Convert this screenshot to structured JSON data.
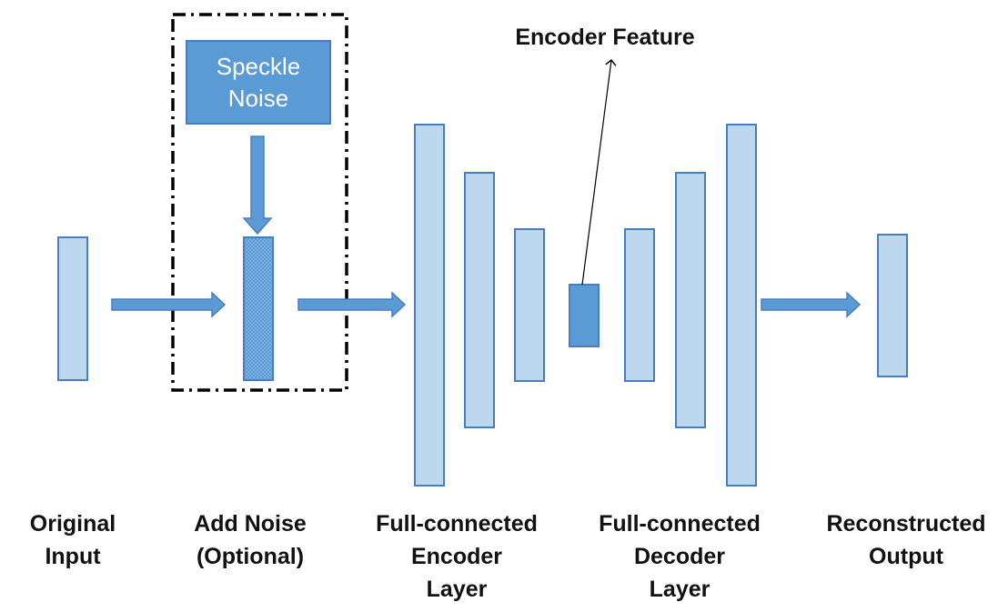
{
  "noise_box": {
    "line1": "Speckle",
    "line2": "Noise"
  },
  "encoder_feature_label": "Encoder Feature",
  "captions": {
    "original_input": [
      "Original",
      "Input"
    ],
    "add_noise": [
      "Add Noise",
      "(Optional)"
    ],
    "encoder": [
      "Full-connected",
      "Encoder",
      "Layer"
    ],
    "decoder": [
      "Full-connected",
      "Decoder",
      "Layer"
    ],
    "output": [
      "Reconstructed",
      "Output"
    ]
  },
  "colors": {
    "layer_fill": "#bdd7ee",
    "layer_stroke": "#4a7ebb",
    "accent_fill": "#5b9bd5",
    "arrow": "#5b9bd5",
    "text": "#111111"
  }
}
